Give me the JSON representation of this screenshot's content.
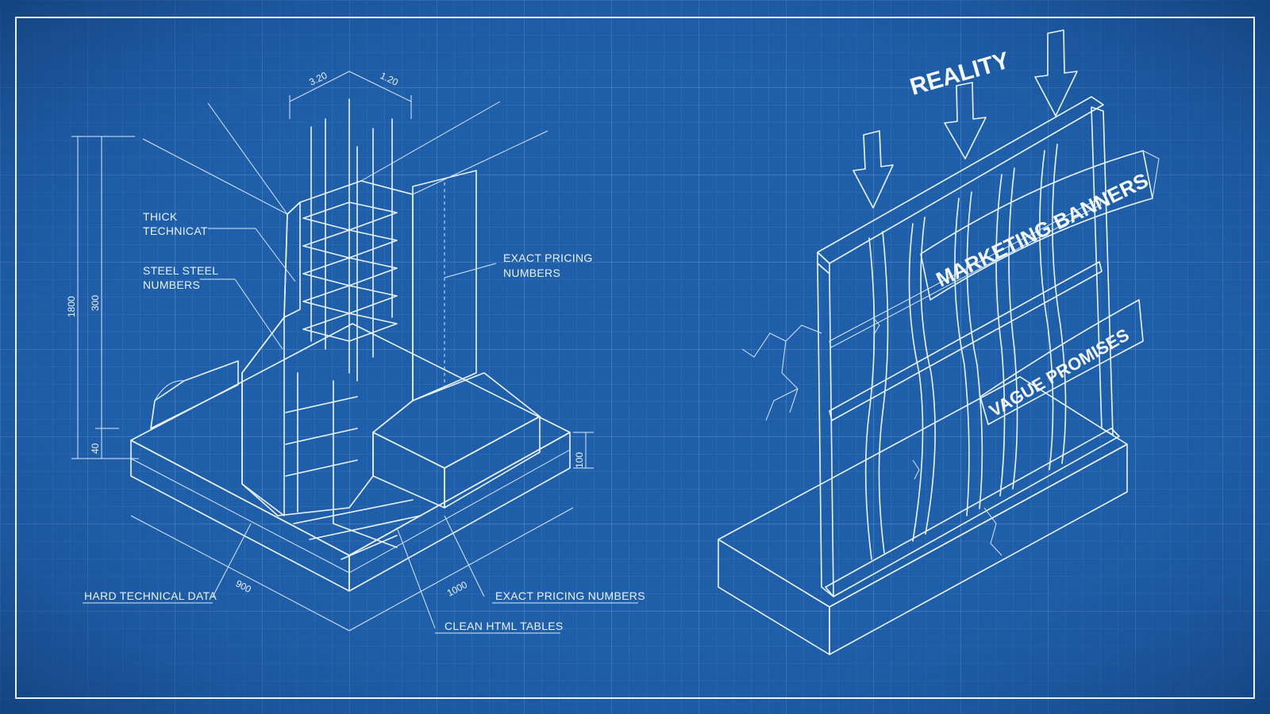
{
  "colors": {
    "background": "#1f5ea8",
    "background_edge": "#123f7a",
    "grid": "#6d9fd8",
    "line": "#eaf4ff"
  },
  "left_drawing": {
    "labels": {
      "thick_technical": [
        "THICK",
        "TECHNICAT"
      ],
      "steel_numbers": [
        "STEEL STEEL",
        "NUMBERS"
      ],
      "exact_pricing_top": [
        "EXACT PRICING",
        "NUMBERS"
      ],
      "hard_technical_data": "HARD TECHNICAL DATA",
      "exact_pricing_bottom": "EXACT PRICING NUMBERS",
      "clean_html_tables": "CLEAN HTML TABLES"
    },
    "dimensions": {
      "top_left": "3.20",
      "top_right": "1.20",
      "height_total": "1800",
      "height_column": "300",
      "height_base": "40",
      "slab_thickness": "100",
      "width_front": "900",
      "width_side": "1000"
    }
  },
  "right_drawing": {
    "title": "REALITY",
    "banner_top": "MARKETING BANNERS",
    "banner_bottom": "VAGUE PROMISES"
  }
}
